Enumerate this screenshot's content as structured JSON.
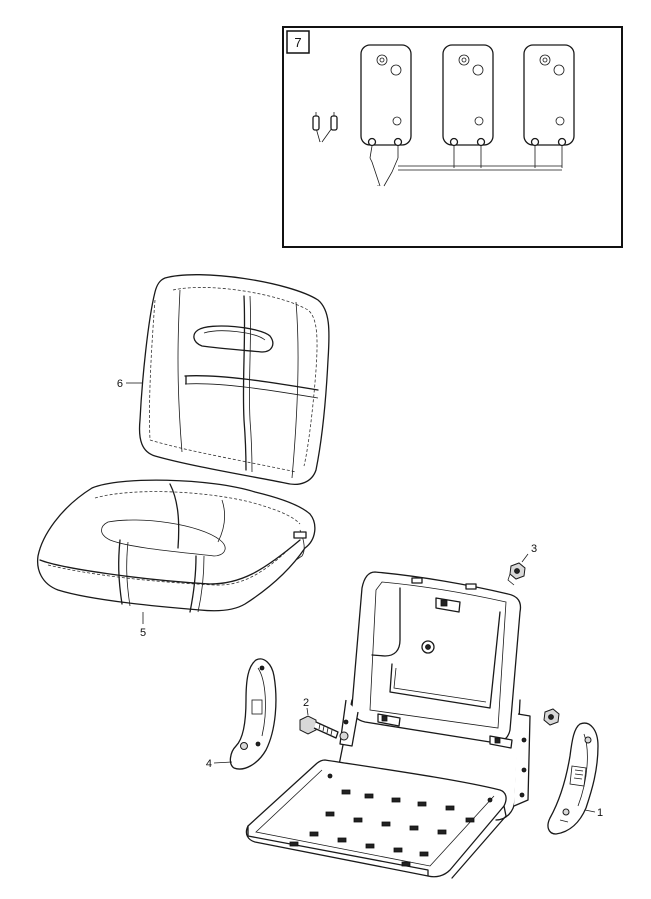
{
  "inset": {
    "label": "7"
  },
  "callouts": {
    "part1": "1",
    "part2": "2",
    "part3": "3",
    "part4": "4",
    "part5": "5",
    "part6": "6"
  }
}
